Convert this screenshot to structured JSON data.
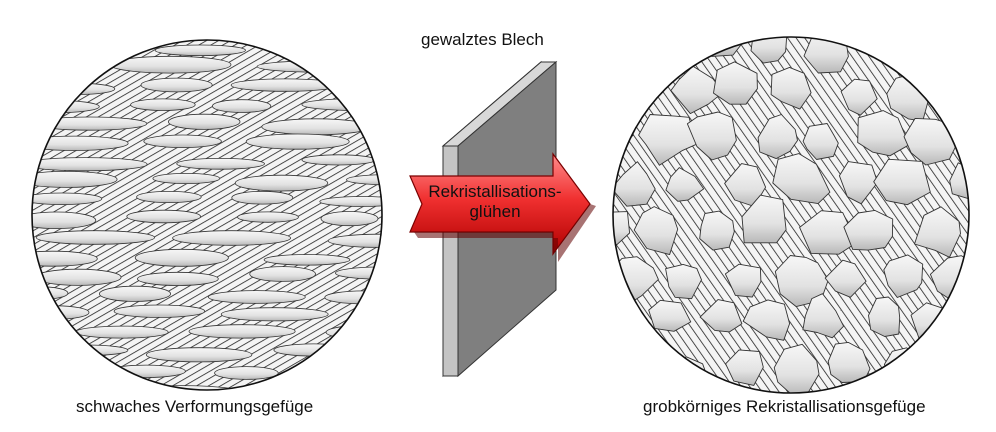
{
  "labels": {
    "left_caption": "schwaches Verformungsgefüge",
    "right_caption": "grobkörniges Rekristallisationsgefüge",
    "sheet_label": "gewalztes Blech",
    "arrow_line1": "Rekristallisations-",
    "arrow_line2": "glühen"
  },
  "colors": {
    "arrow_red": "#e8222a",
    "arrow_light": "#ff9a9a",
    "sheet_front": "#8e8e8e",
    "sheet_side": "#bdbdbd",
    "grain_fill": "#e6e6e6",
    "hatch": "#222222"
  }
}
